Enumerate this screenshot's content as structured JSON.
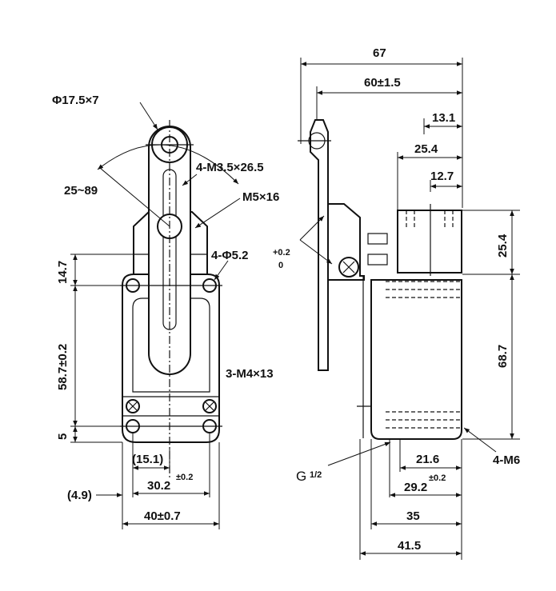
{
  "front_view": {
    "roller": "Φ17.5×7",
    "swing_angle": "25~89",
    "lever_screws": "4-M3.5×26.5",
    "arm_screw": "M5×16",
    "mount_holes": "4-Φ5.2",
    "tol_plus": "+0.2",
    "tol_zero": "0",
    "cover_screws": "3-M4×13",
    "dim_top": "14.7",
    "dim_body": "58.7±0.2",
    "dim_bottom": "5",
    "dim_center": "(15.1)",
    "dim_holes": "30.2",
    "dim_holes_tol": "±0.2",
    "dim_offset": "(4.9)",
    "dim_width": "40±0.7"
  },
  "side_view": {
    "dim_total": "67",
    "dim_lever": "60±1.5",
    "dim_13_1": "13.1",
    "dim_25_4_top": "25.4",
    "dim_12_7": "12.7",
    "dim_25_4_right": "25.4",
    "dim_68_7": "68.7",
    "thread": "4-M6",
    "conduit": "G",
    "conduit_size": "1/2",
    "dim_21_6": "21.6",
    "dim_29_2": "29.2",
    "dim_29_2_tol": "±0.2",
    "dim_35": "35",
    "dim_41_5": "41.5"
  }
}
